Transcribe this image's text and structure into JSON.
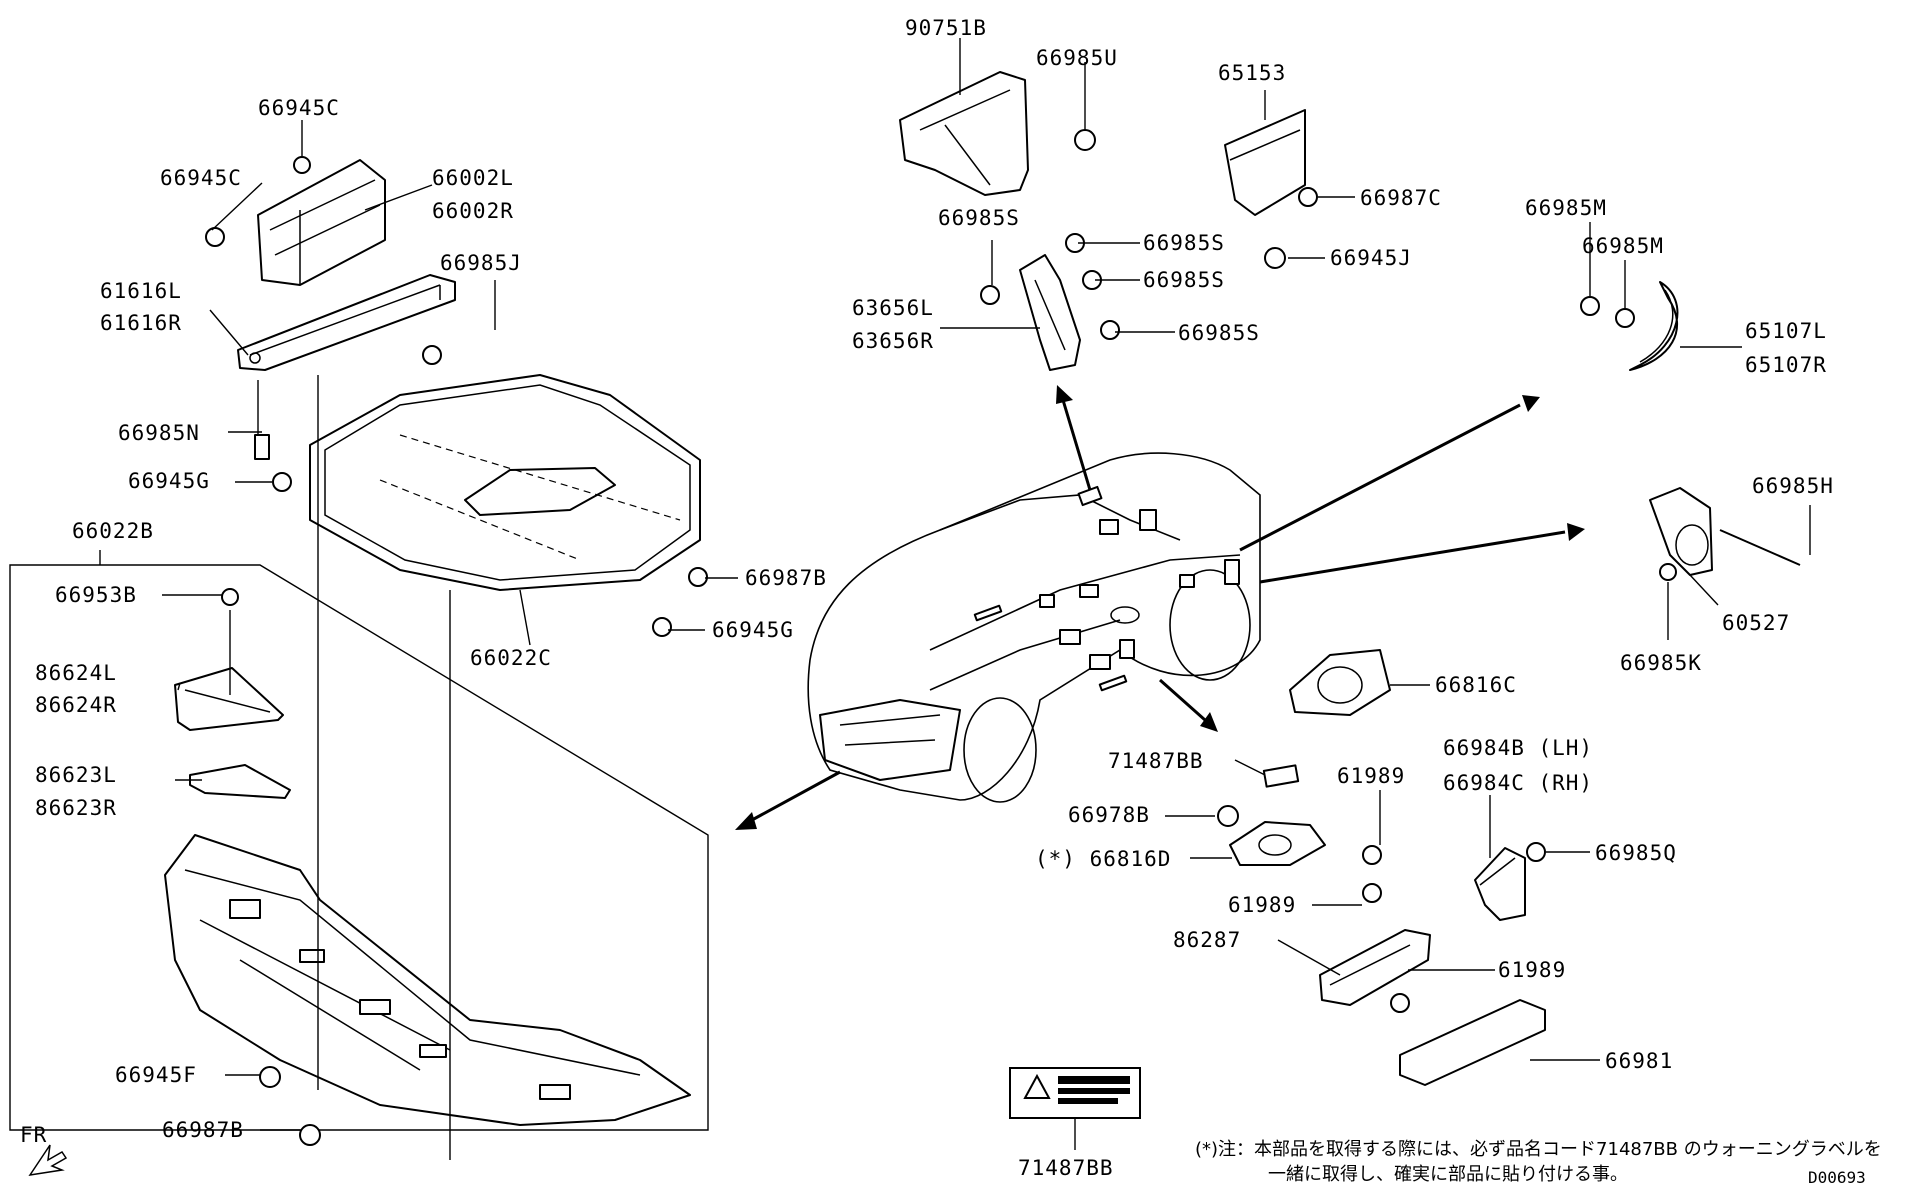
{
  "labels": {
    "p90751B": "90751B",
    "p66985U": "66985U",
    "p65153": "65153",
    "p66945C_a": "66945C",
    "p66945C_b": "66945C",
    "p66002L": "66002L",
    "p66002R": "66002R",
    "p66985J": "66985J",
    "p61616L": "61616L",
    "p61616R": "61616R",
    "p66985N": "66985N",
    "p66945G_a": "66945G",
    "p66022B": "66022B",
    "p66953B": "66953B",
    "p86624L": "86624L",
    "p86624R": "86624R",
    "p86623L": "86623L",
    "p86623R": "86623R",
    "p66945F": "66945F",
    "p66987B_a": "66987B",
    "p66987B_b": "66987B",
    "p66945G_b": "66945G",
    "p66022C": "66022C",
    "p66985S_a": "66985S",
    "p66985S_b": "66985S",
    "p66985S_c": "66985S",
    "p66985S_d": "66985S",
    "p63656L": "63656L",
    "p63656R": "63656R",
    "p66987C": "66987C",
    "p66945J": "66945J",
    "p66985M_a": "66985M",
    "p66985M_b": "66985M",
    "p65107L": "65107L",
    "p65107R": "65107R",
    "p66985H": "66985H",
    "p60527": "60527",
    "p66985K": "66985K",
    "p66816C": "66816C",
    "p71487BB_a": "71487BB",
    "p66978B": "66978B",
    "p66816D": "(*) 66816D",
    "p61989_a": "61989",
    "p61989_b": "61989",
    "p61989_c": "61989",
    "p86287": "86287",
    "p66984B": "66984B (LH)",
    "p66984C": "66984C (RH)",
    "p66985Q": "66985Q",
    "p66981": "66981",
    "p71487BB_b": "71487BB",
    "p_FR": "FR"
  },
  "footnote": {
    "line1": "(*)注：本部品を取得する際には、必ず品名コード71487BB のウォーニングラベルを",
    "line2": "一緒に取得し、確実に部品に貼り付ける事。"
  },
  "diagram_code": "D00693"
}
